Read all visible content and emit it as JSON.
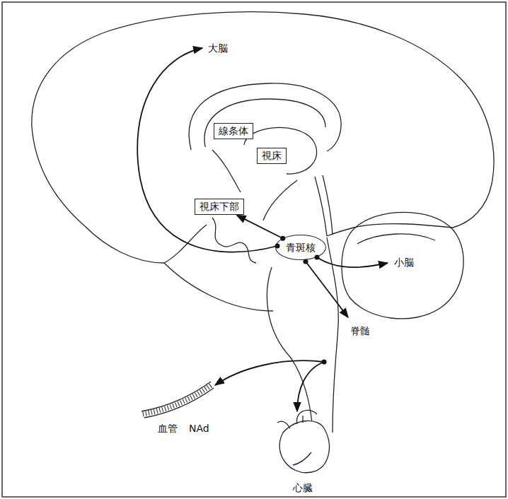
{
  "diagram": {
    "nodes": [
      {
        "text": [
          "線条体"
        ]
      },
      {
        "text": [
          "視床"
        ]
      },
      {
        "text": [
          "視床下部"
        ]
      },
      {
        "text": [
          "青斑核"
        ]
      }
    ],
    "edges": [
      {
        "from": 3,
        "to": 2,
        "arrow": "to"
      }
    ],
    "labels": [
      "大脳",
      "小脳",
      "脊髄",
      "血管",
      "NAd",
      "心臓"
    ]
  }
}
